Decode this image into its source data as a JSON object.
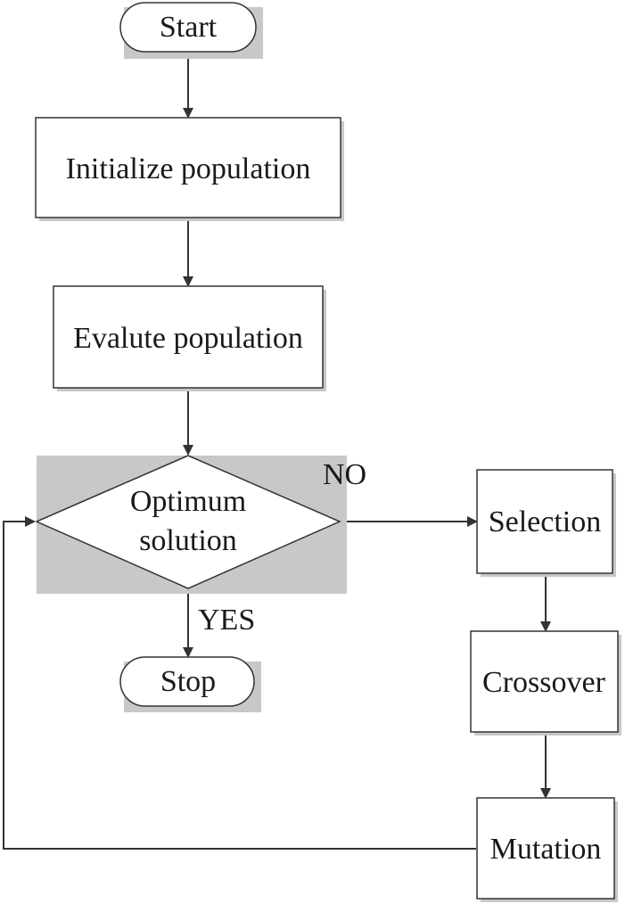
{
  "nodes": {
    "start": "Start",
    "init": "Initialize population",
    "evaluate": "Evalute population",
    "decision_line1": "Optimum",
    "decision_line2": "solution",
    "stop": "Stop",
    "selection": "Selection",
    "crossover": "Crossover",
    "mutation": "Mutation"
  },
  "edges": {
    "no_label": "NO",
    "yes_label": "YES"
  },
  "colors": {
    "shadow": "#c8c8c8",
    "box_fill": "#ffffff",
    "stroke": "#333333",
    "text": "#1a1a1a"
  }
}
